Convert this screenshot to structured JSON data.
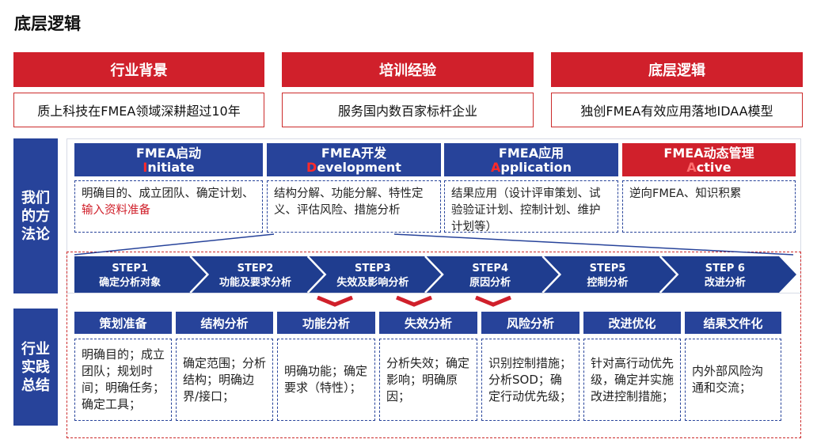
{
  "page_title": "底层逻辑",
  "top_columns": [
    {
      "header": "行业背景",
      "text": "质上科技在FMEA领域深耕超过10年"
    },
    {
      "header": "培训经验",
      "text": "服务国内数百家标杆企业"
    },
    {
      "header": "底层逻辑",
      "text": "独创FMEA有效应用落地IDAA模型"
    }
  ],
  "method": {
    "side_label": "我们\n的方\n法论",
    "phases": [
      {
        "title": "FMEA启动",
        "initial": "I",
        "rest": "nitiate",
        "text": "明确目的、成立团队、确定计划、",
        "text_highlight": "输入资料准备"
      },
      {
        "title": "FMEA开发",
        "initial": "D",
        "rest": "evelopment",
        "text": "结构分解、功能分解、特性定义、评估风险、措施分析",
        "text_highlight": ""
      },
      {
        "title": "FMEA应用",
        "initial": "A",
        "rest": "pplication",
        "text": "结果应用（设计评审策划、试验验证计划、控制计划、维护计划等）",
        "text_highlight": ""
      },
      {
        "title": "FMEA动态管理",
        "initial": "A",
        "rest": "ctive",
        "text": "逆向FMEA、知识积累",
        "text_highlight": ""
      }
    ]
  },
  "steps": [
    {
      "step": "STEP1",
      "label": "确定分析对象"
    },
    {
      "step": "STEP2",
      "label": "功能及要求分析"
    },
    {
      "step": "STEP3",
      "label": "失效及影响分析"
    },
    {
      "step": "STEP4",
      "label": "原因分析"
    },
    {
      "step": "STEP5",
      "label": "控制分析"
    },
    {
      "step": "STEP 6",
      "label": "改进分析"
    }
  ],
  "practice": {
    "side_label": "行业\n实践\n总结",
    "columns": [
      {
        "header": "策划准备",
        "text": "明确目的；成立团队；规划时间；明确任务；确定工具；"
      },
      {
        "header": "结构分析",
        "text": "确定范围；分析结构；明确边界/接口；"
      },
      {
        "header": "功能分析",
        "text": "明确功能；确定要求（特性）；"
      },
      {
        "header": "失效分析",
        "text": "分析失效；确定影响；明确原因；"
      },
      {
        "header": "风险分析",
        "text": "识别控制措施；分析SOD；确定行动优先级；"
      },
      {
        "header": "改进优化",
        "text": "针对高行动优先级，确定并实施改进控制措施；"
      },
      {
        "header": "结果文件化",
        "text": "内外部风险沟通和交流；"
      }
    ]
  },
  "colors": {
    "red": "#d0202b",
    "blue": "#27439a",
    "step_dark": "#1f3d8f"
  }
}
